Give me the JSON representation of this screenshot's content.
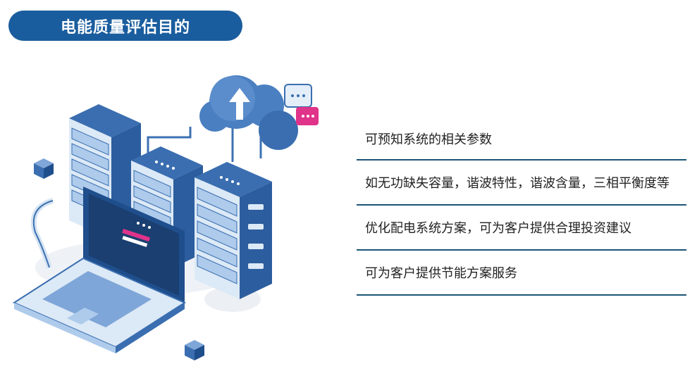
{
  "header": {
    "title": "电能质量评估目的"
  },
  "items": [
    {
      "label": "可预知系统的相关参数"
    },
    {
      "label": "如无功缺失容量，谐波特性，谐波含量，三相平衡度等"
    },
    {
      "label": "优化配电系统方案，可为客户提供合理投资建议"
    },
    {
      "label": "可为客户提供节能方案服务"
    }
  ],
  "colors": {
    "accent": "#1a5d9e",
    "divider": "#1b5576",
    "server_light": "#dce9f6",
    "server_dark": "#3a6eb0",
    "pink_accent": "#e0338a"
  },
  "icons": [
    "cloud-upload-icon",
    "chat-bubble-icon",
    "server-rack-icon",
    "laptop-icon",
    "cube-icon"
  ]
}
